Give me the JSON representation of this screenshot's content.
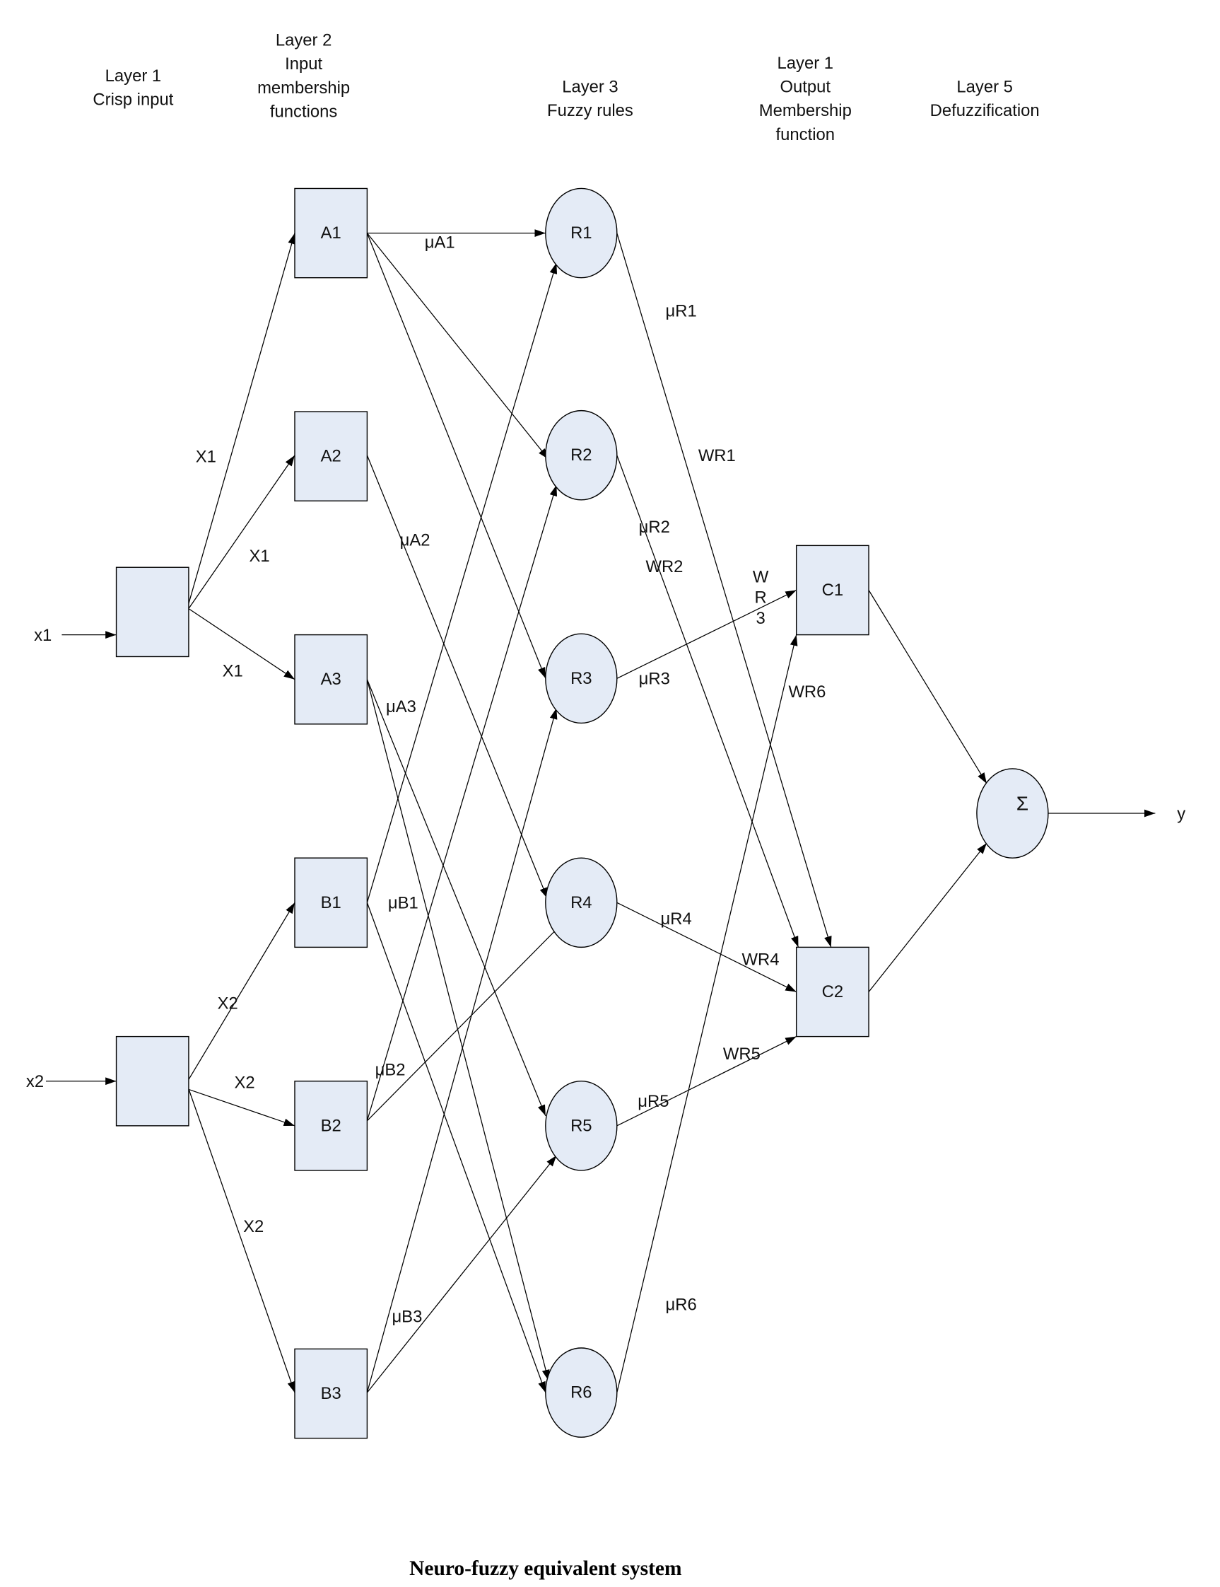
{
  "headers": [
    {
      "id": "layer1",
      "lines": [
        "Layer 1",
        "Crisp input"
      ]
    },
    {
      "id": "layer2",
      "lines": [
        "Layer 2",
        "Input",
        "membership",
        "functions"
      ]
    },
    {
      "id": "layer3",
      "lines": [
        "Layer 3",
        "Fuzzy rules"
      ]
    },
    {
      "id": "layer4",
      "lines": [
        "Layer 1",
        "Output",
        "Membership",
        "function"
      ]
    },
    {
      "id": "layer5",
      "lines": [
        "Layer 5",
        "Defuzzification"
      ]
    }
  ],
  "inputs": [
    {
      "id": "x1",
      "label": "x1"
    },
    {
      "id": "x2",
      "label": "x2"
    }
  ],
  "output": {
    "id": "y",
    "label": "y"
  },
  "nodes": [
    {
      "id": "in1",
      "label": "",
      "shape": "box",
      "layer": 1
    },
    {
      "id": "in2",
      "label": "",
      "shape": "box",
      "layer": 1
    },
    {
      "id": "A1",
      "label": "A1",
      "shape": "box",
      "layer": 2
    },
    {
      "id": "A2",
      "label": "A2",
      "shape": "box",
      "layer": 2
    },
    {
      "id": "A3",
      "label": "A3",
      "shape": "box",
      "layer": 2
    },
    {
      "id": "B1",
      "label": "B1",
      "shape": "box",
      "layer": 2
    },
    {
      "id": "B2",
      "label": "B2",
      "shape": "box",
      "layer": 2
    },
    {
      "id": "B3",
      "label": "B3",
      "shape": "box",
      "layer": 2
    },
    {
      "id": "R1",
      "label": "R1",
      "shape": "ellipse",
      "layer": 3
    },
    {
      "id": "R2",
      "label": "R2",
      "shape": "ellipse",
      "layer": 3
    },
    {
      "id": "R3",
      "label": "R3",
      "shape": "ellipse",
      "layer": 3
    },
    {
      "id": "R4",
      "label": "R4",
      "shape": "ellipse",
      "layer": 3
    },
    {
      "id": "R5",
      "label": "R5",
      "shape": "ellipse",
      "layer": 3
    },
    {
      "id": "R6",
      "label": "R6",
      "shape": "ellipse",
      "layer": 3
    },
    {
      "id": "C1",
      "label": "C1",
      "shape": "box",
      "layer": 4
    },
    {
      "id": "C2",
      "label": "C2",
      "shape": "box",
      "layer": 4
    },
    {
      "id": "sum",
      "label": "Σ",
      "shape": "ellipse",
      "layer": 5
    }
  ],
  "edges": [
    {
      "from": "x1",
      "to": "in1"
    },
    {
      "from": "in1",
      "to": "A1"
    },
    {
      "from": "in1",
      "to": "A2"
    },
    {
      "from": "in1",
      "to": "A3"
    },
    {
      "from": "x2",
      "to": "in2"
    },
    {
      "from": "in2",
      "to": "B1"
    },
    {
      "from": "in2",
      "to": "B2"
    },
    {
      "from": "in2",
      "to": "B3"
    },
    {
      "from": "A1",
      "to": "R1"
    },
    {
      "from": "A1",
      "to": "R2"
    },
    {
      "from": "A1",
      "to": "R3"
    },
    {
      "from": "A2",
      "to": "R4"
    },
    {
      "from": "A3",
      "to": "R5"
    },
    {
      "from": "A3",
      "to": "R6"
    },
    {
      "from": "B1",
      "to": "R1"
    },
    {
      "from": "B1",
      "to": "R6"
    },
    {
      "from": "B2",
      "to": "R2"
    },
    {
      "from": "B2",
      "to": "R4"
    },
    {
      "from": "B3",
      "to": "R3"
    },
    {
      "from": "B3",
      "to": "R5"
    },
    {
      "from": "R1",
      "to": "C2"
    },
    {
      "from": "R2",
      "to": "C2"
    },
    {
      "from": "R3",
      "to": "C1"
    },
    {
      "from": "R4",
      "to": "C2"
    },
    {
      "from": "R5",
      "to": "C2"
    },
    {
      "from": "R6",
      "to": "C1"
    },
    {
      "from": "C1",
      "to": "sum"
    },
    {
      "from": "C2",
      "to": "sum"
    },
    {
      "from": "sum",
      "to": "y"
    }
  ],
  "edge_labels": [
    {
      "id": "x1-a",
      "text": "X1"
    },
    {
      "id": "x1-b",
      "text": "X1"
    },
    {
      "id": "x1-c",
      "text": "X1"
    },
    {
      "id": "x2-a",
      "text": "X2"
    },
    {
      "id": "x2-b",
      "text": "X2"
    },
    {
      "id": "x2-c",
      "text": "X2"
    },
    {
      "id": "muA1",
      "text": "μA1"
    },
    {
      "id": "muA2",
      "text": "μA2"
    },
    {
      "id": "muA3",
      "text": "μA3"
    },
    {
      "id": "muB1",
      "text": "μB1"
    },
    {
      "id": "muB2",
      "text": "μB2"
    },
    {
      "id": "muB3",
      "text": "μB3"
    },
    {
      "id": "muR1",
      "text": "μR1"
    },
    {
      "id": "muR2",
      "text": "μR2"
    },
    {
      "id": "muR3",
      "text": "μR3"
    },
    {
      "id": "muR4",
      "text": "μR4"
    },
    {
      "id": "muR5",
      "text": "μR5"
    },
    {
      "id": "muR6",
      "text": "μR6"
    },
    {
      "id": "WR1",
      "text": "WR1"
    },
    {
      "id": "WR2",
      "text": "WR2"
    },
    {
      "id": "WR3",
      "lines": [
        "W",
        "R",
        "3"
      ]
    },
    {
      "id": "WR4",
      "text": "WR4"
    },
    {
      "id": "WR5",
      "text": "WR5"
    },
    {
      "id": "WR6",
      "text": "WR6"
    }
  ],
  "caption": "Neuro-fuzzy equivalent system",
  "colors": {
    "node_fill": "#e4ebf6",
    "stroke": "#000000",
    "background": "#ffffff"
  }
}
